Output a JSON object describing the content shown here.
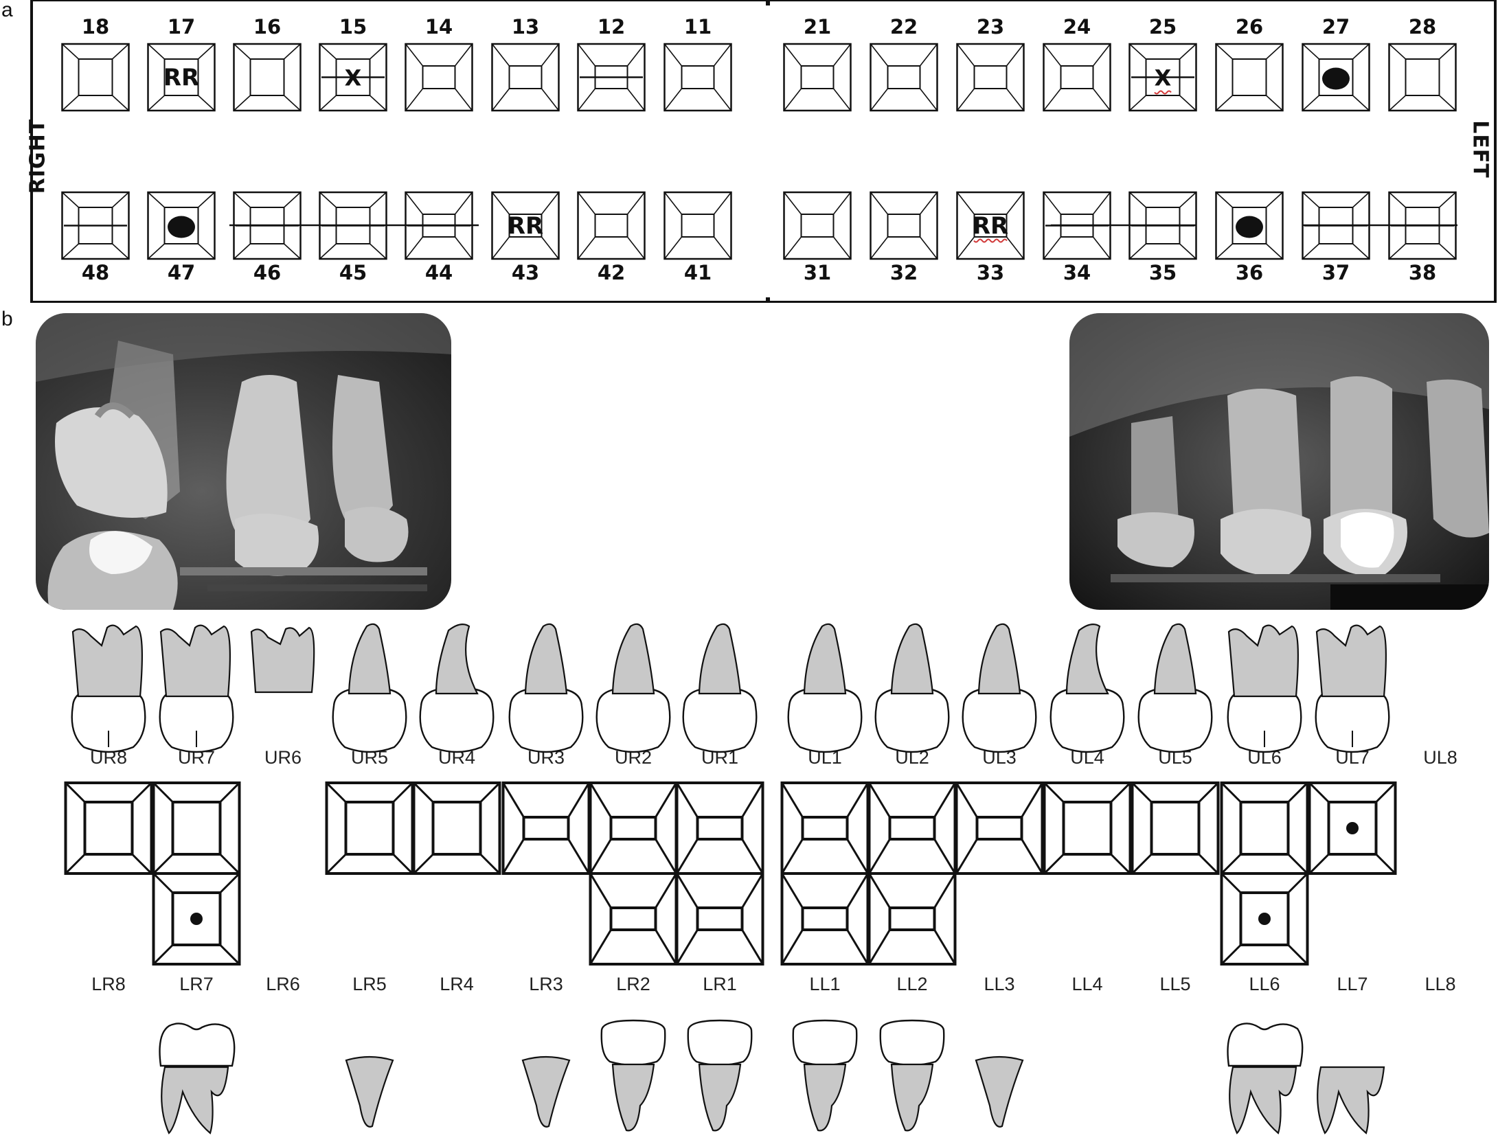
{
  "panel_labels": {
    "a": "a",
    "b": "b"
  },
  "chart_a": {
    "side_right": "RIGHT",
    "side_left": "LEFT",
    "upper_teeth": [
      {
        "num": "18",
        "mark": ""
      },
      {
        "num": "17",
        "mark": "RR"
      },
      {
        "num": "16",
        "mark": ""
      },
      {
        "num": "15",
        "mark": "X-line"
      },
      {
        "num": "14",
        "mark": ""
      },
      {
        "num": "13",
        "mark": ""
      },
      {
        "num": "12",
        "mark": "line"
      },
      {
        "num": "11",
        "mark": ""
      },
      {
        "num": "21",
        "mark": ""
      },
      {
        "num": "22",
        "mark": ""
      },
      {
        "num": "23",
        "mark": ""
      },
      {
        "num": "24",
        "mark": ""
      },
      {
        "num": "25",
        "mark": "X-line"
      },
      {
        "num": "26",
        "mark": ""
      },
      {
        "num": "27",
        "mark": "dot"
      },
      {
        "num": "28",
        "mark": ""
      }
    ],
    "lower_teeth": [
      {
        "num": "48",
        "mark": "line"
      },
      {
        "num": "47",
        "mark": "dot"
      },
      {
        "num": "46",
        "mark": "line"
      },
      {
        "num": "45",
        "mark": "line"
      },
      {
        "num": "44",
        "mark": "line"
      },
      {
        "num": "43",
        "mark": "RR"
      },
      {
        "num": "42",
        "mark": ""
      },
      {
        "num": "41",
        "mark": ""
      },
      {
        "num": "31",
        "mark": ""
      },
      {
        "num": "32",
        "mark": ""
      },
      {
        "num": "33",
        "mark": "RR"
      },
      {
        "num": "34",
        "mark": "line"
      },
      {
        "num": "35",
        "mark": "line"
      },
      {
        "num": "36",
        "mark": "dot"
      },
      {
        "num": "37",
        "mark": "line"
      },
      {
        "num": "38",
        "mark": "line"
      }
    ],
    "mark_text": {
      "rr": "RR",
      "x": "X"
    }
  },
  "chart_b": {
    "upper_labels": [
      "UR8",
      "UR7",
      "UR6",
      "UR5",
      "UR4",
      "UR3",
      "UR2",
      "UR1",
      "UL1",
      "UL2",
      "UL3",
      "UL4",
      "UL5",
      "UL6",
      "UL7",
      "UL8"
    ],
    "lower_labels": [
      "LR8",
      "LR7",
      "LR6",
      "LR5",
      "LR4",
      "LR3",
      "LR2",
      "LR1",
      "LL1",
      "LL2",
      "LL3",
      "LL4",
      "LL5",
      "LL6",
      "LL7",
      "LL8"
    ]
  },
  "colors": {
    "ink": "#111111",
    "root_fill": "#c8c8c8",
    "wavy_red": "#d23a3a"
  }
}
